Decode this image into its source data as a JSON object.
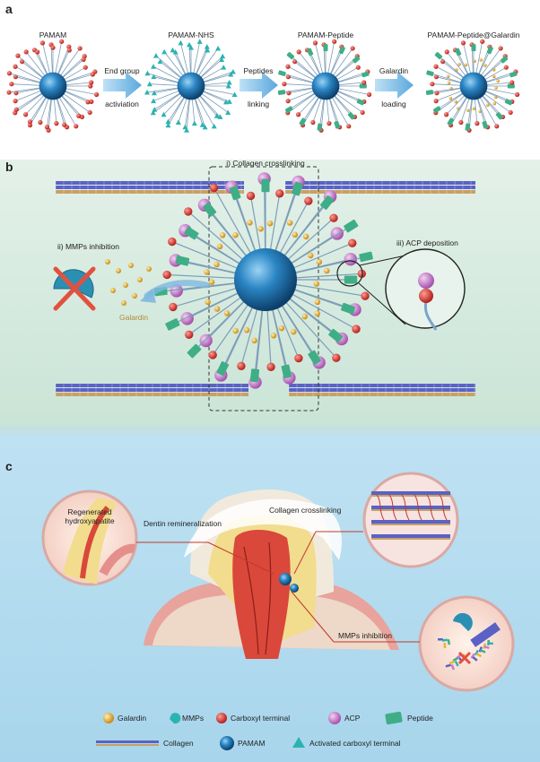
{
  "panels": {
    "a": "a",
    "b": "b",
    "c": "c"
  },
  "panel_a": {
    "stages": [
      "PAMAM",
      "PAMAM-NHS",
      "PAMAM-Peptide",
      "PAMAM-Peptide@Galardin"
    ],
    "steps": [
      {
        "line1": "End group",
        "line2": "activiation"
      },
      {
        "line1": "Peptides",
        "line2": "linking"
      },
      {
        "line1": "Galardin",
        "line2": "loading"
      }
    ]
  },
  "panel_b": {
    "crosslinking": "i) Collagen crosslinking",
    "mmps_inhibition": "ii) MMPs inhibition",
    "acp_deposition": "iii) ACP deposition",
    "galardin": "Galardin"
  },
  "panel_c": {
    "regenerated_line1": "Regenerated",
    "regenerated_line2": "hydroxyapatite",
    "dentin": "Dentin remineralization",
    "crosslinking": "Collagen crosslinking",
    "mmps": "MMPs inhibition"
  },
  "legend": {
    "galardin": "Galardin",
    "mmps": "MMPs",
    "carboxyl": "Carboxyl terminal",
    "acp": "ACP",
    "peptide": "Peptide",
    "collagen": "Collagen",
    "pamam": "PAMAM",
    "activated": "Activated carboxyl terminal"
  },
  "colors": {
    "panel_a_bg": "#ffffff",
    "panel_b_bg": "#d4e9de",
    "panel_c_bg": "#b4dcef",
    "pamam_core": "#1e6fa8",
    "carboxyl": "#d63b34",
    "galardin": "#e8b43a",
    "acp": "#c77ec9",
    "peptide": "#3fae86",
    "collagen_blue": "#5a62c6",
    "collagen_tan": "#c8a064",
    "activated": "#2bb3b0",
    "arrow": "#6fb6e2",
    "callout": "#c0392b"
  }
}
